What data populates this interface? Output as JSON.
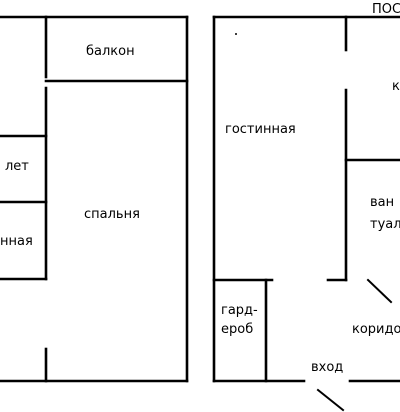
{
  "left_plan": {
    "labels": {
      "balcony": "балкон",
      "bedroom": "спальня",
      "toilet_partial": "лет",
      "room_partial": "нная"
    }
  },
  "right_plan": {
    "labels": {
      "heading_partial": "ПОС",
      "living_room": "гостинная",
      "kitchen_partial": "к",
      "bathroom_line1": "ван",
      "bathroom_line2": "туал",
      "wardrobe_line1": "гард-",
      "wardrobe_line2": "ероб",
      "corridor_partial": "коридо",
      "entrance": "вход"
    }
  },
  "colors": {
    "line": "#000000",
    "background": "#ffffff"
  }
}
